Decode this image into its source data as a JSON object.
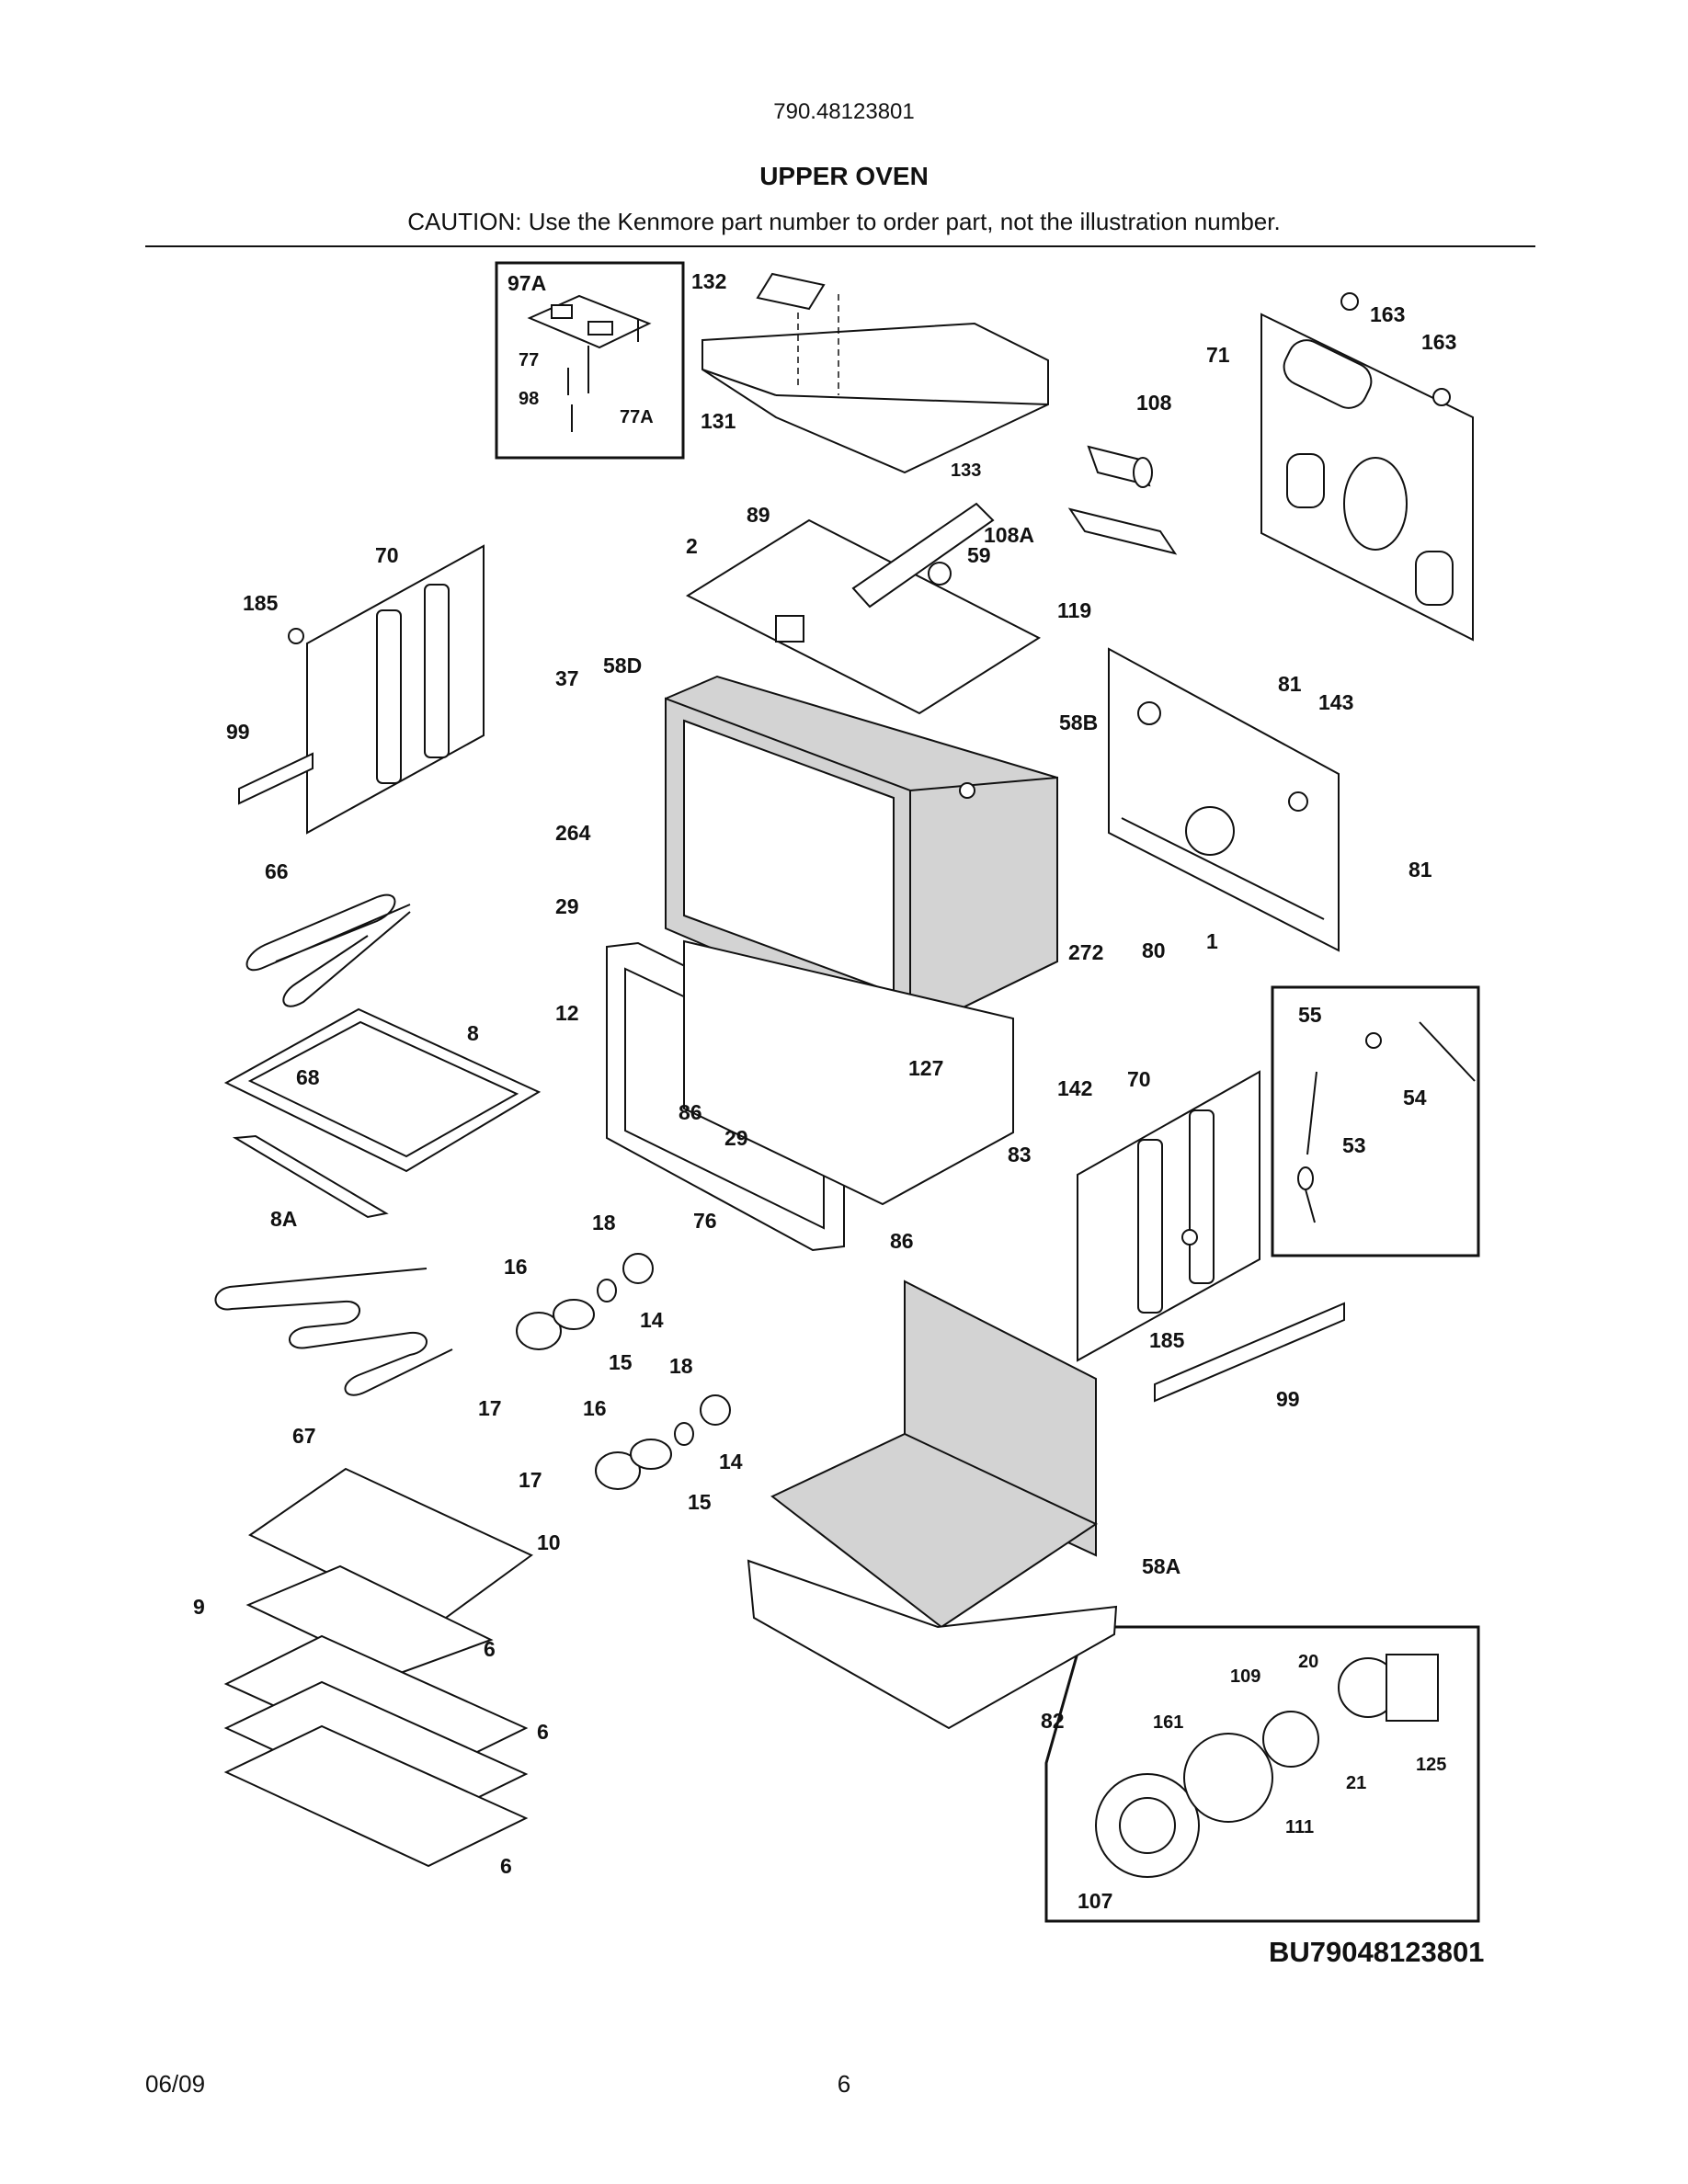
{
  "header": {
    "model_number": "790.48123801",
    "section_title": "UPPER OVEN",
    "caution": "CAUTION: Use the Kenmore part number to order part, not the illustration number."
  },
  "diagram": {
    "part_labels": [
      "97A",
      "77",
      "98",
      "77A",
      "132",
      "131",
      "163",
      "163",
      "71",
      "108",
      "133",
      "89",
      "2",
      "59",
      "108A",
      "119",
      "70",
      "185",
      "99",
      "37",
      "58D",
      "58B",
      "81",
      "143",
      "81",
      "264",
      "66",
      "29",
      "12",
      "272",
      "80",
      "1",
      "55",
      "54",
      "53",
      "8",
      "68",
      "127",
      "86",
      "29",
      "142",
      "70",
      "83",
      "8A",
      "18",
      "76",
      "86",
      "16",
      "14",
      "15",
      "17",
      "18",
      "16",
      "14",
      "15",
      "17",
      "67",
      "10",
      "9",
      "6",
      "6",
      "6",
      "58A",
      "82",
      "185",
      "99",
      "20",
      "109",
      "161",
      "125",
      "21",
      "111",
      "107"
    ]
  },
  "footer": {
    "drawing_code": "BU79048123801",
    "date": "06/09",
    "page_number": "6"
  }
}
